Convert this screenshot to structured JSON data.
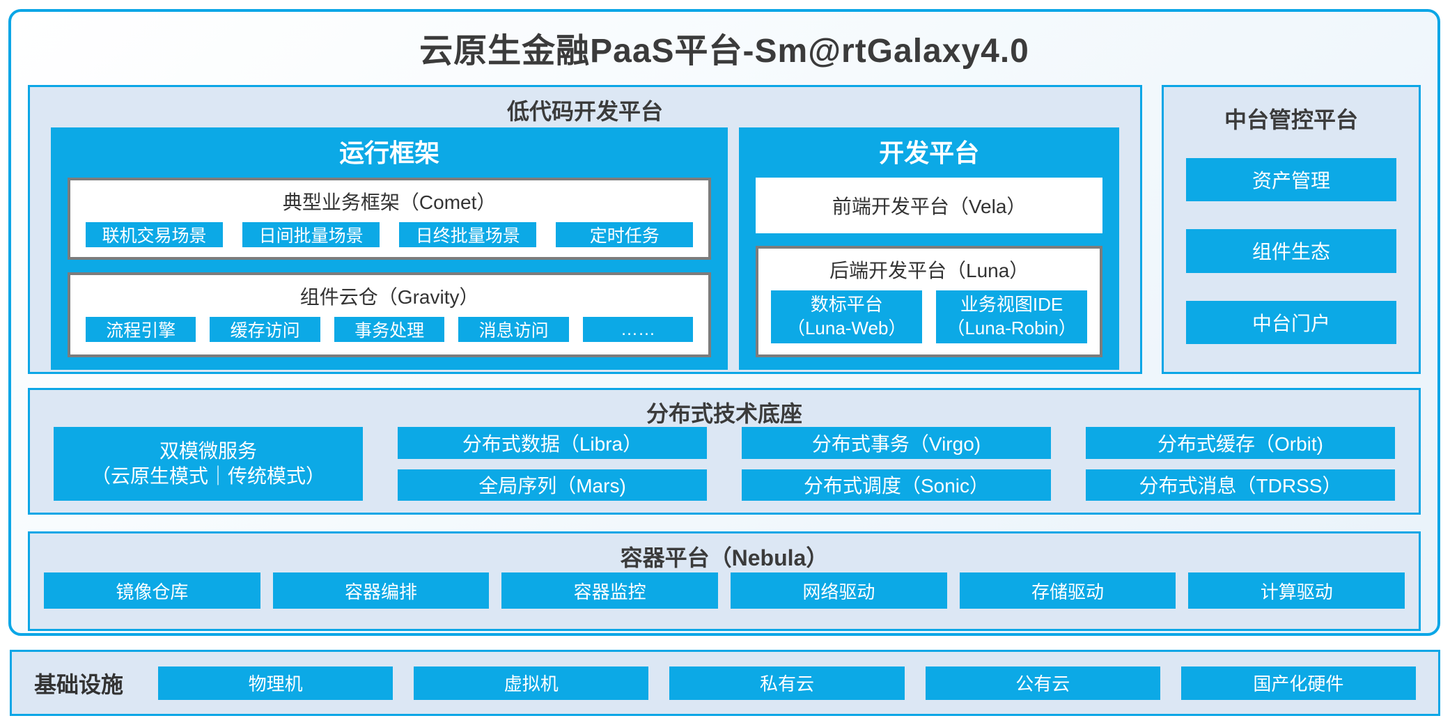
{
  "title": "云原生金融PaaS平台-Sm@rtGalaxy4.0",
  "colors": {
    "accent_blue": "#0ca9e6",
    "panel_background": "#dce7f4",
    "box_border_gray": "#7c7c7c",
    "text_dark": "#3b3b3b",
    "text_on_blue": "#ffffff"
  },
  "low_code": {
    "title": "低代码开发平台",
    "runtime": {
      "title": "运行框架",
      "comet": {
        "title": "典型业务框架（Comet）",
        "items": [
          "联机交易场景",
          "日间批量场景",
          "日终批量场景",
          "定时任务"
        ]
      },
      "gravity": {
        "title": "组件云仓（Gravity）",
        "items": [
          "流程引擎",
          "缓存访问",
          "事务处理",
          "消息访问",
          "……"
        ]
      }
    },
    "dev": {
      "title": "开发平台",
      "vela": "前端开发平台（Vela）",
      "luna": {
        "title": "后端开发平台（Luna）",
        "items": [
          {
            "line1": "数标平台",
            "line2": "（Luna-Web）"
          },
          {
            "line1": "业务视图IDE",
            "line2": "（Luna-Robin）"
          }
        ]
      }
    }
  },
  "midplatform": {
    "title": "中台管控平台",
    "items": [
      "资产管理",
      "组件生态",
      "中台门户"
    ]
  },
  "distributed": {
    "title": "分布式技术底座",
    "dual": {
      "line1": "双模微服务",
      "line2": "（云原生模式｜传统模式）"
    },
    "columns": [
      [
        "分布式数据（Libra）",
        "全局序列（Mars)"
      ],
      [
        "分布式事务（Virgo)",
        "分布式调度（Sonic）"
      ],
      [
        "分布式缓存（Orbit)",
        "分布式消息（TDRSS）"
      ]
    ]
  },
  "container_platform": {
    "title": "容器平台（Nebula）",
    "items": [
      "镜像仓库",
      "容器编排",
      "容器监控",
      "网络驱动",
      "存储驱动",
      "计算驱动"
    ]
  },
  "infrastructure": {
    "title": "基础设施",
    "items": [
      "物理机",
      "虚拟机",
      "私有云",
      "公有云",
      "国产化硬件"
    ]
  }
}
